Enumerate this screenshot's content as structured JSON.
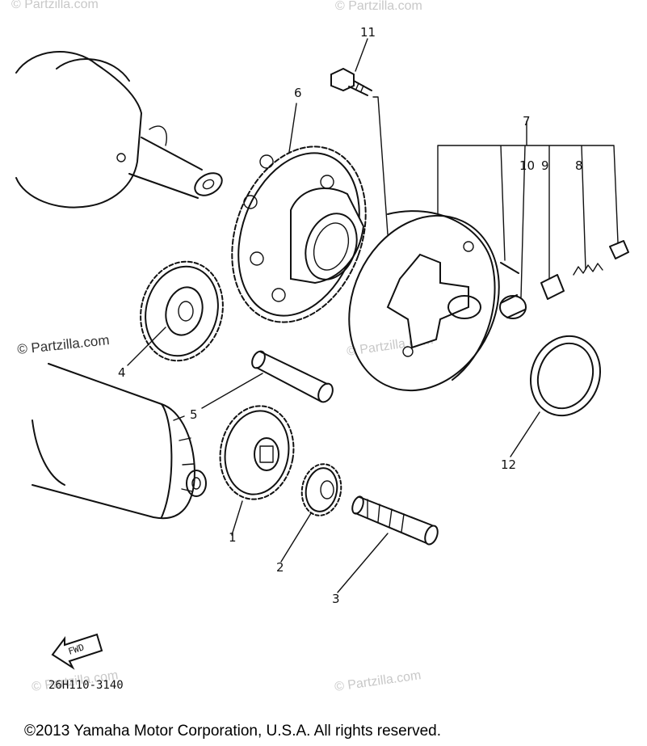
{
  "watermarks": {
    "top_left": "© Partzilla.com",
    "top_right": "© Partzilla.com",
    "middle_left": "© Partzilla.com",
    "middle_right": "© Partzilla.com",
    "bottom_left": "© Partzilla.com",
    "bottom_right": "© Partzilla.com"
  },
  "callouts": {
    "c1": "1",
    "c2": "2",
    "c3": "3",
    "c4": "4",
    "c5": "5",
    "c6": "6",
    "c7": "7",
    "c8": "8",
    "c9": "9",
    "c10": "10",
    "c11": "11",
    "c12": "12"
  },
  "direction_arrow_label": "FWD",
  "diagram_code": "26H110-3140",
  "copyright": "©2013 Yamaha Motor Corporation, U.S.A. All rights reserved."
}
